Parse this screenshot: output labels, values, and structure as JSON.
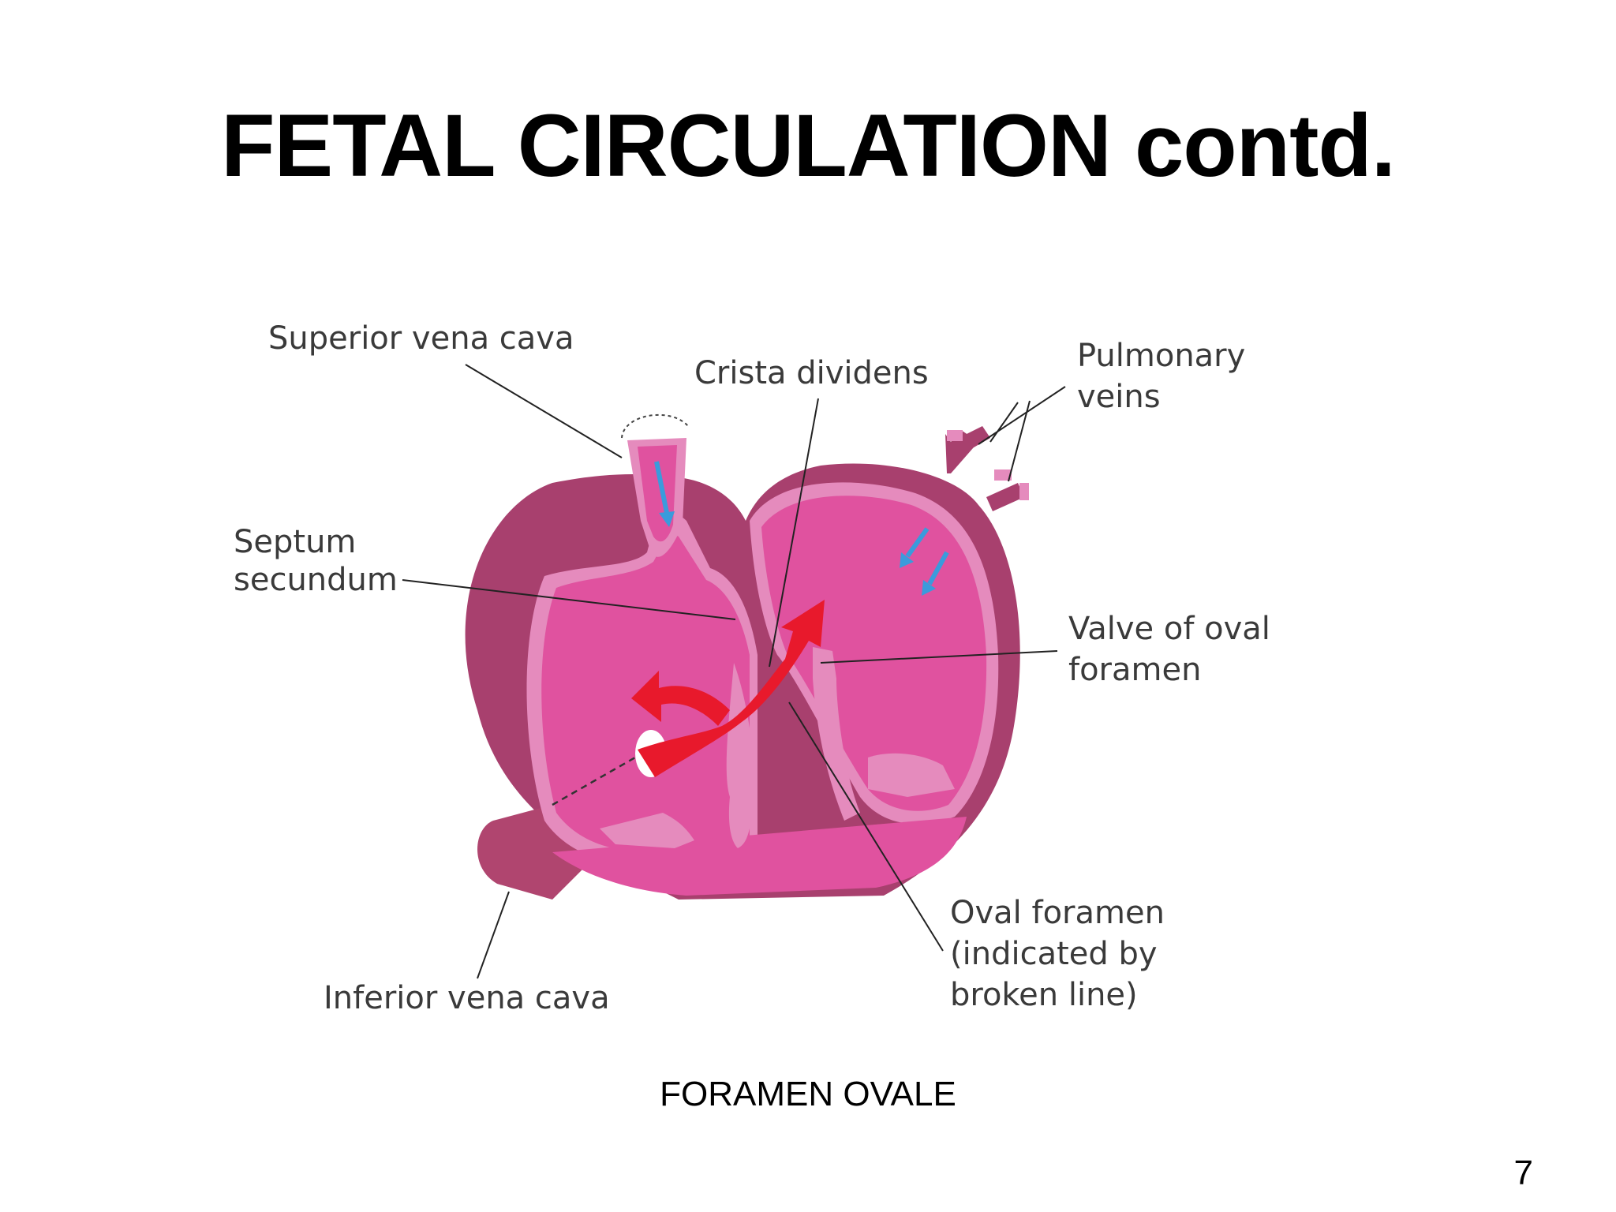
{
  "slide": {
    "title": "FETAL CIRCULATION contd.",
    "caption": "FORAMEN OVALE",
    "page_number": "7"
  },
  "diagram": {
    "labels": {
      "superior_vena_cava": "Superior vena cava",
      "crista_dividens": "Crista dividens",
      "pulmonary_veins_1": "Pulmonary",
      "pulmonary_veins_2": "veins",
      "septum_secundum_1": "Septum",
      "septum_secundum_2": "secundum",
      "valve_1": "Valve of oval",
      "valve_2": "foramen",
      "oval_foramen_1": "Oval foramen",
      "oval_foramen_2": "(indicated by",
      "oval_foramen_3": "broken line)",
      "inferior_vena_cava": "Inferior vena cava"
    },
    "colors": {
      "outer_wall": "#a8406e",
      "chamber_fill": "#e0529f",
      "wall_light": "#e58bbd",
      "flow_arrow": "#e8192c",
      "deoxygenated_arrow": "#3a9bdc"
    }
  }
}
